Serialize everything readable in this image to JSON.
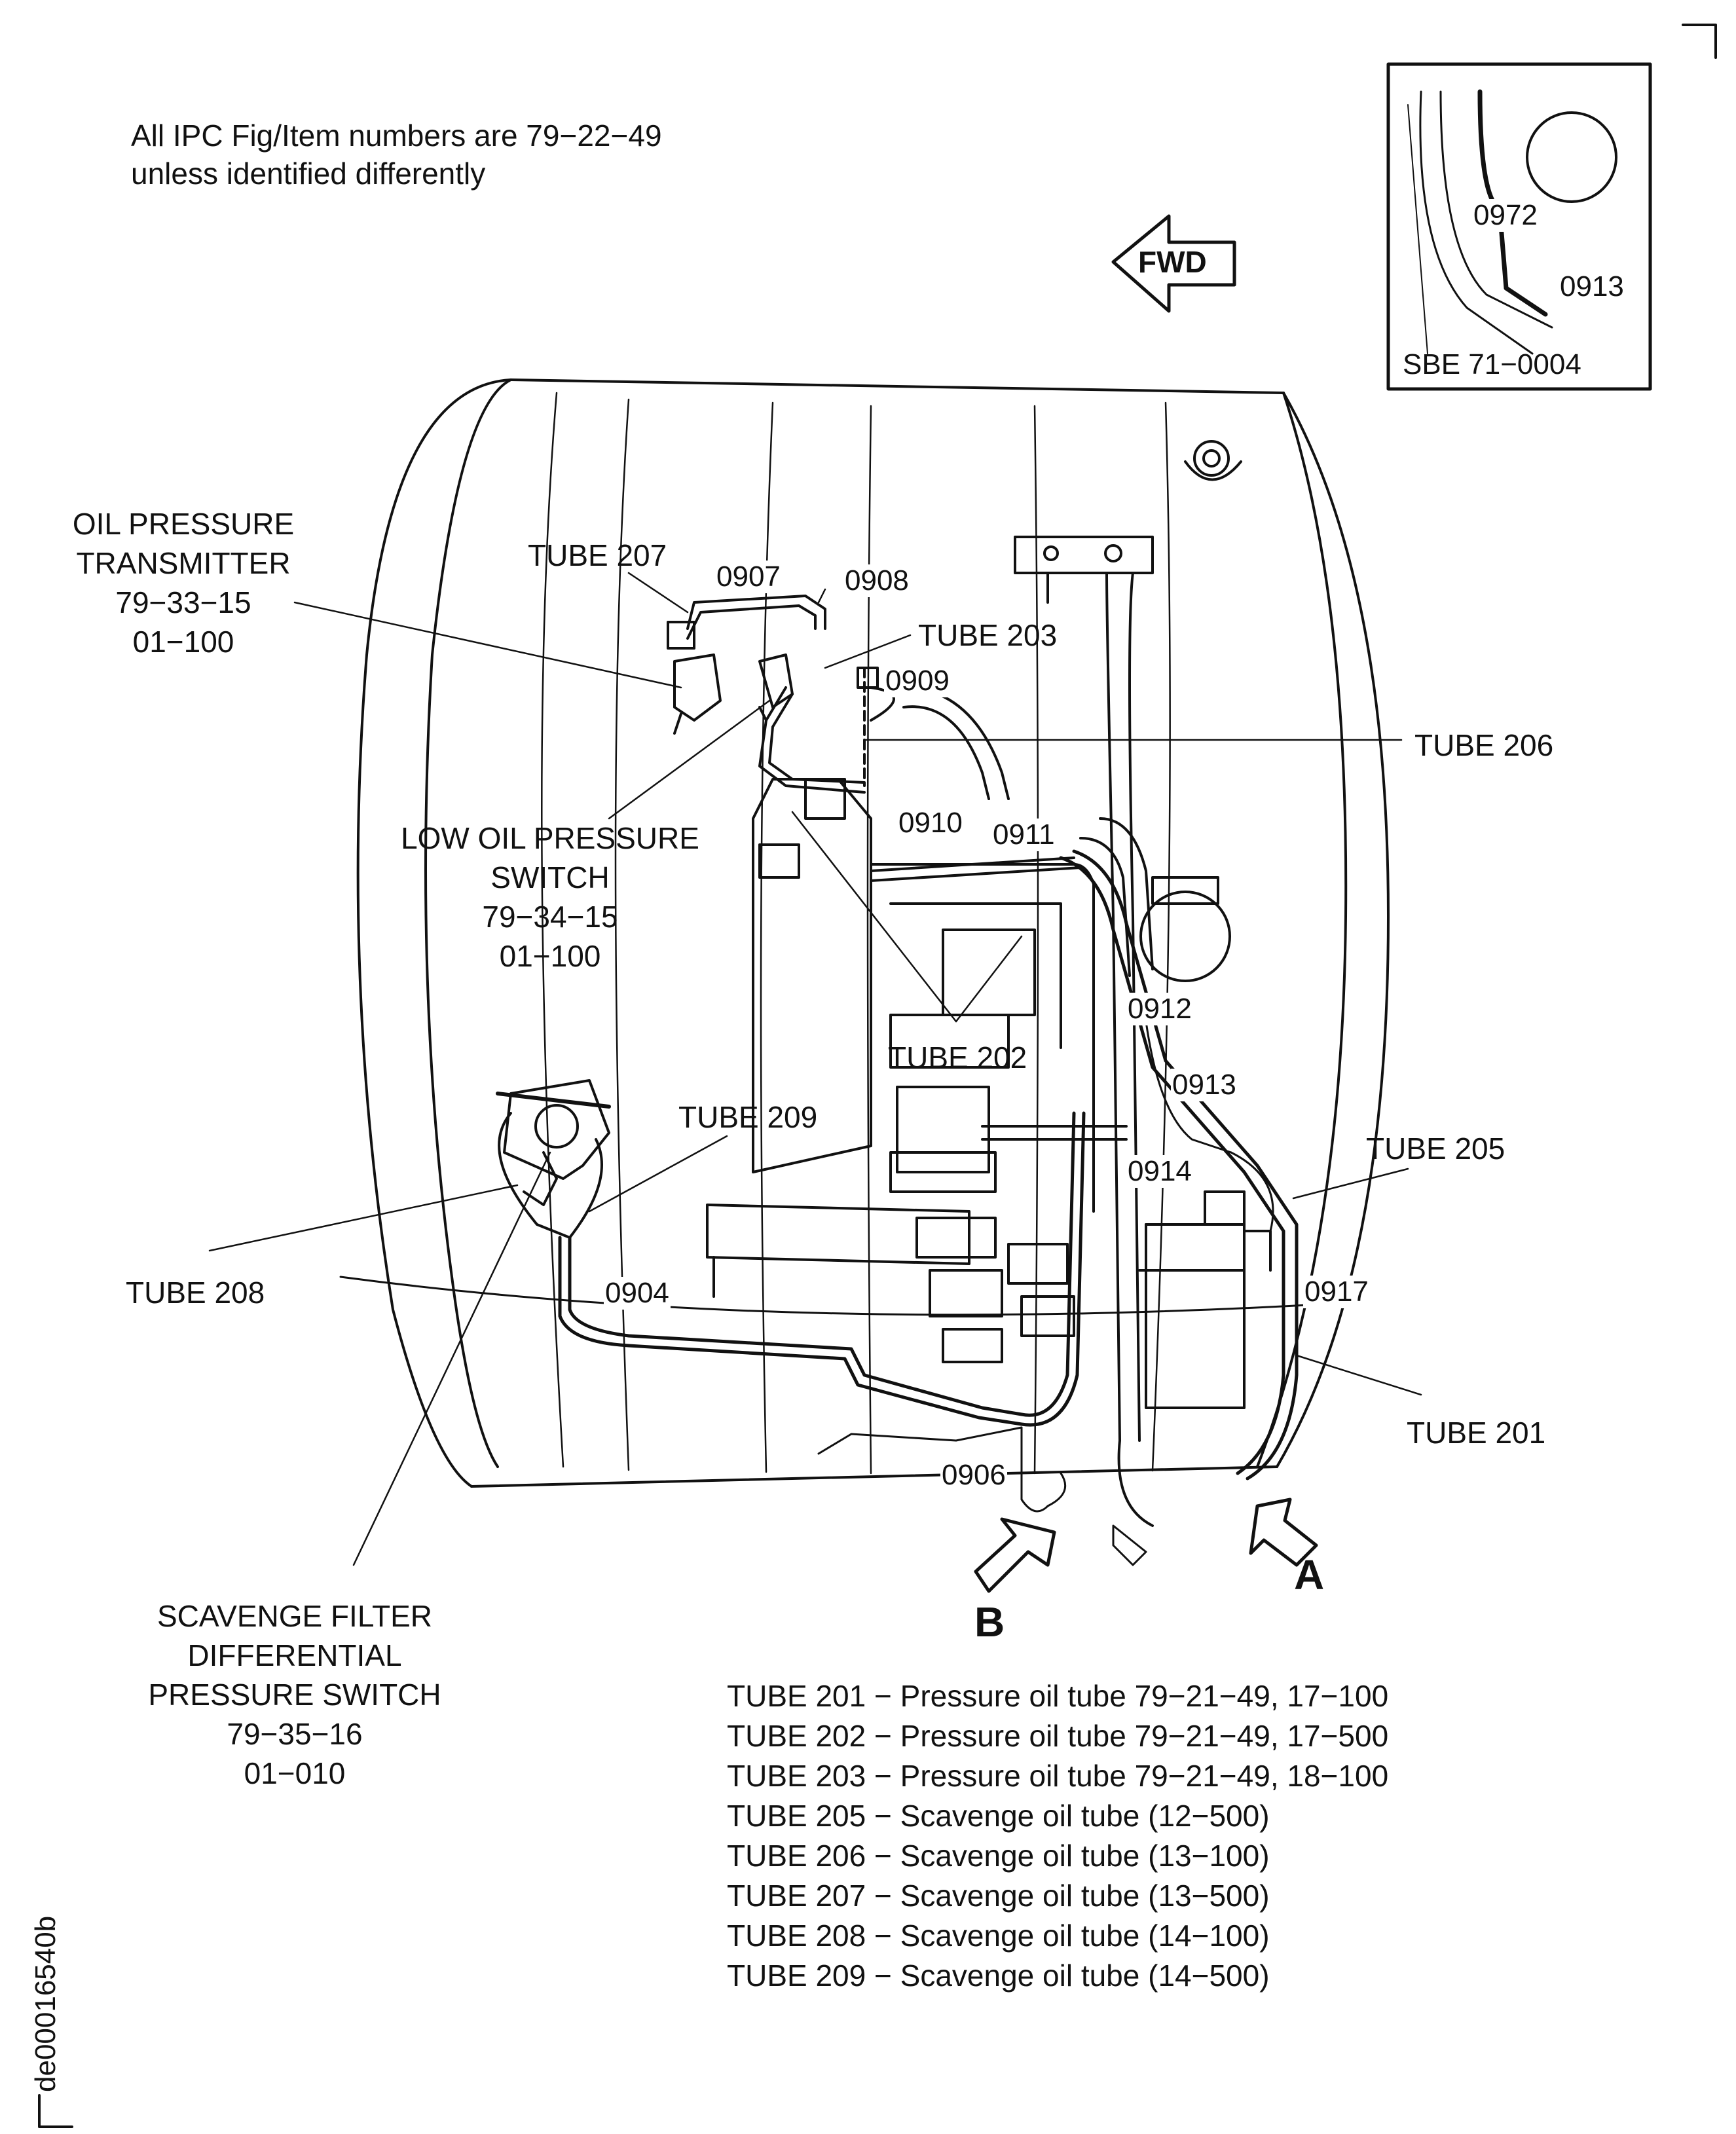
{
  "note": {
    "line1": "All IPC Fig/Item numbers are 79−22−49",
    "line2": "unless identified differently"
  },
  "fwd_label": "FWD",
  "inset": {
    "label": "SBE 71−0004",
    "items": [
      "0972",
      "0913"
    ]
  },
  "callouts": {
    "oil_pressure_transmitter": [
      "OIL PRESSURE",
      "TRANSMITTER",
      "79−33−15",
      "01−100"
    ],
    "low_oil_pressure_switch": [
      "LOW OIL PRESSURE",
      "SWITCH",
      "79−34−15",
      "01−100"
    ],
    "scavenge_filter_switch": [
      "SCAVENGE FILTER",
      "DIFFERENTIAL",
      "PRESSURE SWITCH",
      "79−35−16",
      "01−010"
    ],
    "tube_207": "TUBE 207",
    "tube_203": "TUBE 203",
    "tube_206": "TUBE 206",
    "tube_202": "TUBE 202",
    "tube_209": "TUBE 209",
    "tube_208": "TUBE 208",
    "tube_205": "TUBE 205",
    "tube_201": "TUBE 201"
  },
  "items": {
    "i0907": "0907",
    "i0908": "0908",
    "i0909": "0909",
    "i0910": "0910",
    "i0911": "0911",
    "i0912": "0912",
    "i0913": "0913",
    "i0914": "0914",
    "i0917": "0917",
    "i0904": "0904",
    "i0906": "0906"
  },
  "view_labels": {
    "a": "A",
    "b": "B"
  },
  "legend": [
    "TUBE 201 − Pressure oil tube  79−21−49, 17−100",
    "TUBE 202 − Pressure oil tube  79−21−49, 17−500",
    "TUBE 203 − Pressure oil tube  79−21−49, 18−100",
    "TUBE 205 − Scavenge oil tube (12−500)",
    "TUBE 206 − Scavenge oil tube (13−100)",
    "TUBE 207 − Scavenge oil tube (13−500)",
    "TUBE 208 − Scavenge oil tube (14−100)",
    "TUBE 209 − Scavenge oil tube (14−500)"
  ],
  "drawing_id": "de00016540b"
}
